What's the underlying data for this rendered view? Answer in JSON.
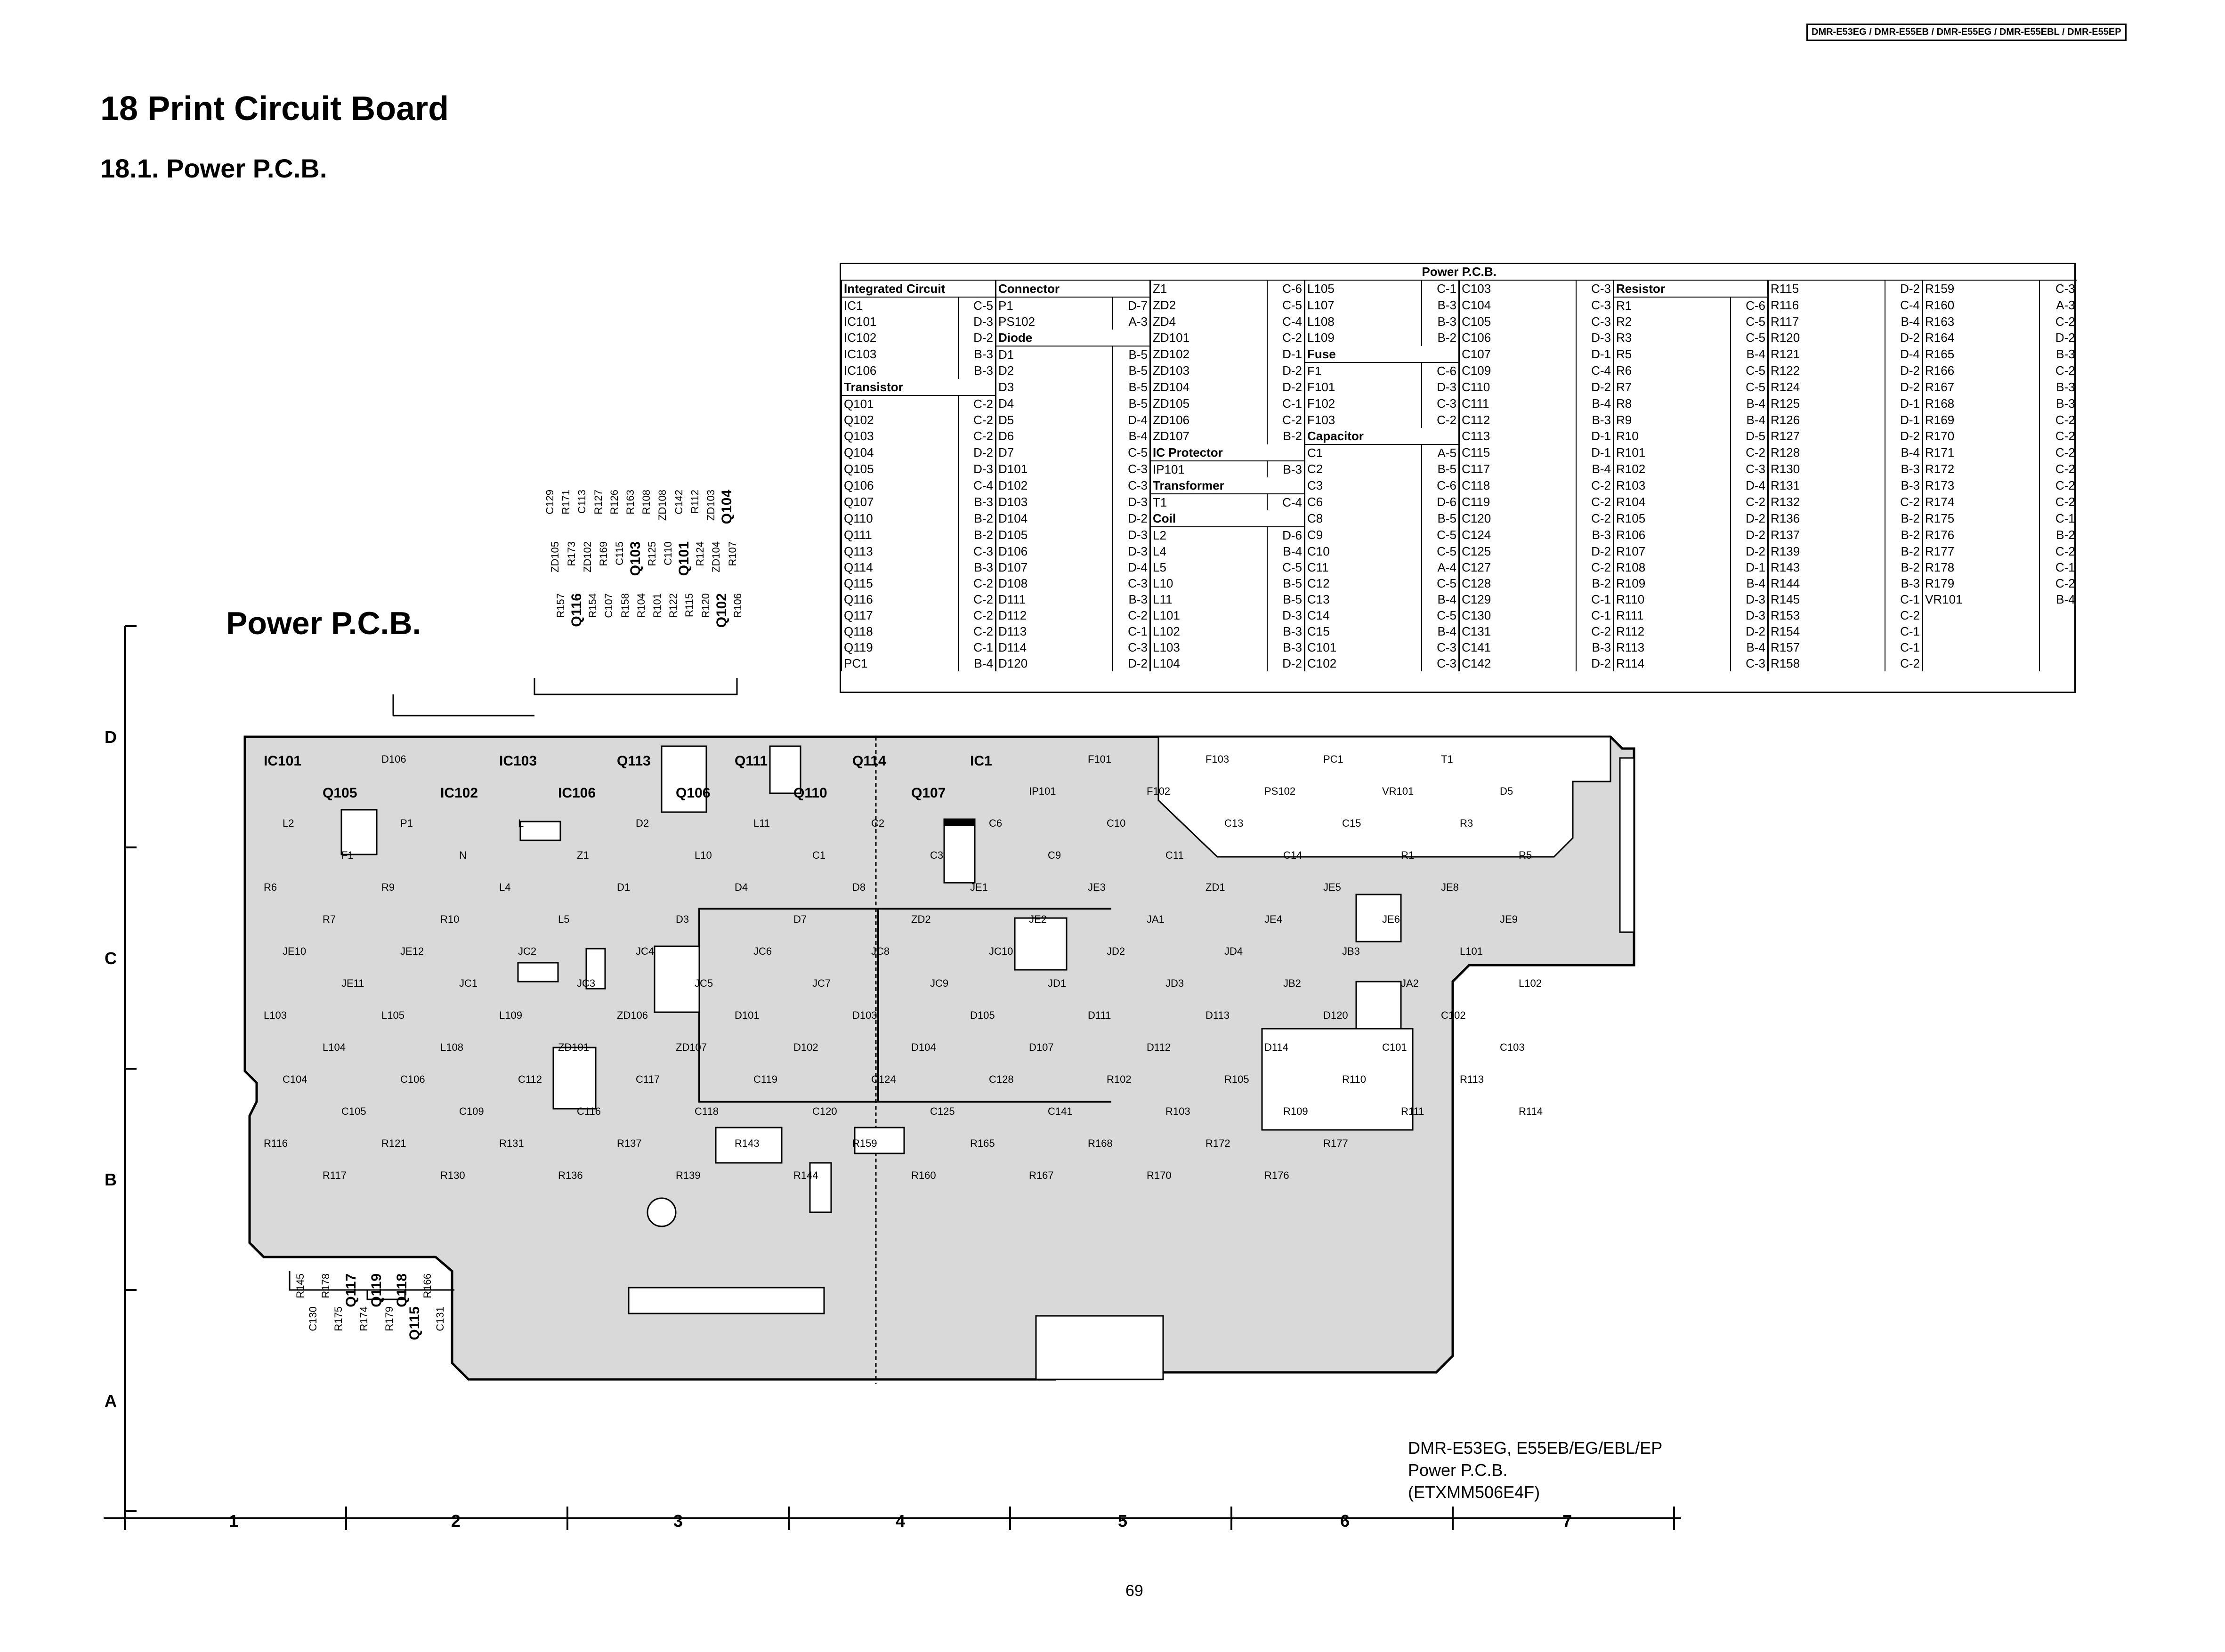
{
  "header": {
    "models": "DMR-E53EG / DMR-E55EB / DMR-E55EG / DMR-E55EBL / DMR-E55EP"
  },
  "section": {
    "title": "18 Print Circuit Board",
    "subtitle": "18.1.   Power P.C.B."
  },
  "board": {
    "title": "Power P.C.B.",
    "footer": [
      "DMR-E53EG, E55EB/EG/EBL/EP",
      "Power P.C.B.",
      "(ETXMM506E4F)"
    ],
    "row_labels": [
      "D",
      "C",
      "B",
      "A"
    ],
    "col_labels": [
      "1",
      "2",
      "3",
      "4",
      "5",
      "6",
      "7"
    ],
    "top_labels_left": [
      "C129",
      "ZD105",
      "R157",
      "R171",
      "R173",
      "Q116",
      "C113",
      "ZD102",
      "R154",
      "R127",
      "R169",
      "C107",
      "R126",
      "C115",
      "R158",
      "R163",
      "Q103",
      "R104",
      "R108",
      "R125",
      "R101",
      "ZD108",
      "C110",
      "R122",
      "C142",
      "Q101",
      "R115",
      "R112",
      "R124",
      "R120",
      "ZD103",
      "ZD104",
      "Q102",
      "Q104",
      "R107",
      "R106"
    ],
    "bottom_labels": [
      "R145",
      "C130",
      "R178",
      "R175",
      "Q117",
      "R174",
      "Q119",
      "R179",
      "Q118",
      "Q115",
      "R166",
      "C131"
    ],
    "component_labels": [
      "IC101",
      "Q105",
      "D106",
      "IC102",
      "IC103",
      "IC106",
      "Q113",
      "Q106",
      "Q111",
      "Q110",
      "Q114",
      "Q107",
      "IC1",
      "IP101",
      "F101",
      "F102",
      "F103",
      "PS102",
      "PC1",
      "VR101",
      "T1",
      "D5",
      "L2",
      "F1",
      "P1",
      "N",
      "L",
      "Z1",
      "D2",
      "L10",
      "L11",
      "C1",
      "C2",
      "C3",
      "C6",
      "C9",
      "C10",
      "C11",
      "C13",
      "C14",
      "C15",
      "R1",
      "R3",
      "R5",
      "R6",
      "R7",
      "R9",
      "R10",
      "L4",
      "L5",
      "D1",
      "D3",
      "D4",
      "D7",
      "D8",
      "ZD2",
      "JE1",
      "JE2",
      "JE3",
      "JA1",
      "ZD1",
      "JE4",
      "JE5",
      "JE6",
      "JE8",
      "JE9",
      "JE10",
      "JE11",
      "JE12",
      "JC1",
      "JC2",
      "JC3",
      "JC4",
      "JC5",
      "JC6",
      "JC7",
      "JC8",
      "JC9",
      "JC10",
      "JD1",
      "JD2",
      "JD3",
      "JD4",
      "JB2",
      "JB3",
      "JA2",
      "L101",
      "L102",
      "L103",
      "L104",
      "L105",
      "L108",
      "L109",
      "ZD101",
      "ZD106",
      "ZD107",
      "D101",
      "D102",
      "D103",
      "D104",
      "D105",
      "D107",
      "D111",
      "D112",
      "D113",
      "D114",
      "D120",
      "C101",
      "C102",
      "C103",
      "C104",
      "C105",
      "C106",
      "C109",
      "C112",
      "C116",
      "C117",
      "C118",
      "C119",
      "C120",
      "C124",
      "C125",
      "C128",
      "C141",
      "R102",
      "R103",
      "R105",
      "R109",
      "R110",
      "R111",
      "R113",
      "R114",
      "R116",
      "R117",
      "R121",
      "R130",
      "R131",
      "R136",
      "R137",
      "R139",
      "R143",
      "R144",
      "R159",
      "R160",
      "R165",
      "R167",
      "R168",
      "R170",
      "R172",
      "R176",
      "R177"
    ]
  },
  "parts_table": {
    "caption": "Power P.C.B.",
    "columns": [
      [
        [
          "Integrated Circuit",
          ""
        ],
        [
          "IC1",
          "C-5"
        ],
        [
          "IC101",
          "D-3"
        ],
        [
          "IC102",
          "D-2"
        ],
        [
          "IC103",
          "B-3"
        ],
        [
          "IC106",
          "B-3"
        ],
        [
          "Transistor",
          ""
        ],
        [
          "Q101",
          "C-2"
        ],
        [
          "Q102",
          "C-2"
        ],
        [
          "Q103",
          "C-2"
        ],
        [
          "Q104",
          "D-2"
        ],
        [
          "Q105",
          "D-3"
        ],
        [
          "Q106",
          "C-4"
        ],
        [
          "Q107",
          "B-3"
        ],
        [
          "Q110",
          "B-2"
        ],
        [
          "Q111",
          "B-2"
        ],
        [
          "Q113",
          "C-3"
        ],
        [
          "Q114",
          "B-3"
        ],
        [
          "Q115",
          "C-2"
        ],
        [
          "Q116",
          "C-2"
        ],
        [
          "Q117",
          "C-2"
        ],
        [
          "Q118",
          "C-2"
        ],
        [
          "Q119",
          "C-1"
        ],
        [
          "PC1",
          "B-4"
        ]
      ],
      [
        [
          "Connector",
          ""
        ],
        [
          "P1",
          "D-7"
        ],
        [
          "PS102",
          "A-3"
        ],
        [
          "Diode",
          ""
        ],
        [
          "D1",
          "B-5"
        ],
        [
          "D2",
          "B-5"
        ],
        [
          "D3",
          "B-5"
        ],
        [
          "D4",
          "B-5"
        ],
        [
          "D5",
          "D-4"
        ],
        [
          "D6",
          "B-4"
        ],
        [
          "D7",
          "C-5"
        ],
        [
          "D101",
          "C-3"
        ],
        [
          "D102",
          "C-3"
        ],
        [
          "D103",
          "D-3"
        ],
        [
          "D104",
          "D-2"
        ],
        [
          "D105",
          "D-3"
        ],
        [
          "D106",
          "D-3"
        ],
        [
          "D107",
          "D-4"
        ],
        [
          "D108",
          "C-3"
        ],
        [
          "D111",
          "B-3"
        ],
        [
          "D112",
          "C-2"
        ],
        [
          "D113",
          "C-1"
        ],
        [
          "D114",
          "C-3"
        ],
        [
          "D120",
          "D-2"
        ]
      ],
      [
        [
          "Z1",
          "C-6"
        ],
        [
          "ZD2",
          "C-5"
        ],
        [
          "ZD4",
          "C-4"
        ],
        [
          "ZD101",
          "C-2"
        ],
        [
          "ZD102",
          "D-1"
        ],
        [
          "ZD103",
          "D-2"
        ],
        [
          "ZD104",
          "D-2"
        ],
        [
          "ZD105",
          "C-1"
        ],
        [
          "ZD106",
          "C-2"
        ],
        [
          "ZD107",
          "B-2"
        ],
        [
          "IC Protector",
          ""
        ],
        [
          "IP101",
          "B-3"
        ],
        [
          "Transformer",
          ""
        ],
        [
          "T1",
          "C-4"
        ],
        [
          "Coil",
          ""
        ],
        [
          "L2",
          "D-6"
        ],
        [
          "L4",
          "B-4"
        ],
        [
          "L5",
          "C-5"
        ],
        [
          "L10",
          "B-5"
        ],
        [
          "L11",
          "B-5"
        ],
        [
          "L101",
          "D-3"
        ],
        [
          "L102",
          "B-3"
        ],
        [
          "L103",
          "B-3"
        ],
        [
          "L104",
          "D-2"
        ]
      ],
      [
        [
          "L105",
          "C-1"
        ],
        [
          "L107",
          "B-3"
        ],
        [
          "L108",
          "B-3"
        ],
        [
          "L109",
          "B-2"
        ],
        [
          "Fuse",
          ""
        ],
        [
          "F1",
          "C-6"
        ],
        [
          "F101",
          "D-3"
        ],
        [
          "F102",
          "C-3"
        ],
        [
          "F103",
          "C-2"
        ],
        [
          "Capacitor",
          ""
        ],
        [
          "C1",
          "A-5"
        ],
        [
          "C2",
          "B-5"
        ],
        [
          "C3",
          "C-6"
        ],
        [
          "C6",
          "D-6"
        ],
        [
          "C8",
          "B-5"
        ],
        [
          "C9",
          "C-5"
        ],
        [
          "C10",
          "C-5"
        ],
        [
          "C11",
          "A-4"
        ],
        [
          "C12",
          "C-5"
        ],
        [
          "C13",
          "B-4"
        ],
        [
          "C14",
          "C-5"
        ],
        [
          "C15",
          "B-4"
        ],
        [
          "C101",
          "C-3"
        ],
        [
          "C102",
          "C-3"
        ]
      ],
      [
        [
          "C103",
          "C-3"
        ],
        [
          "C104",
          "C-3"
        ],
        [
          "C105",
          "C-3"
        ],
        [
          "C106",
          "D-3"
        ],
        [
          "C107",
          "D-1"
        ],
        [
          "C109",
          "C-4"
        ],
        [
          "C110",
          "D-2"
        ],
        [
          "C111",
          "B-4"
        ],
        [
          "C112",
          "B-3"
        ],
        [
          "C113",
          "D-1"
        ],
        [
          "C115",
          "D-1"
        ],
        [
          "C117",
          "B-4"
        ],
        [
          "C118",
          "C-2"
        ],
        [
          "C119",
          "C-2"
        ],
        [
          "C120",
          "C-2"
        ],
        [
          "C124",
          "B-3"
        ],
        [
          "C125",
          "D-2"
        ],
        [
          "C127",
          "C-2"
        ],
        [
          "C128",
          "B-2"
        ],
        [
          "C129",
          "C-1"
        ],
        [
          "C130",
          "C-1"
        ],
        [
          "C131",
          "C-2"
        ],
        [
          "C141",
          "B-3"
        ],
        [
          "C142",
          "D-2"
        ]
      ],
      [
        [
          "Resistor",
          ""
        ],
        [
          "R1",
          "C-6"
        ],
        [
          "R2",
          "C-5"
        ],
        [
          "R3",
          "C-5"
        ],
        [
          "R5",
          "B-4"
        ],
        [
          "R6",
          "C-5"
        ],
        [
          "R7",
          "C-5"
        ],
        [
          "R8",
          "B-4"
        ],
        [
          "R9",
          "B-4"
        ],
        [
          "R10",
          "D-5"
        ],
        [
          "R101",
          "C-2"
        ],
        [
          "R102",
          "C-3"
        ],
        [
          "R103",
          "D-4"
        ],
        [
          "R104",
          "C-2"
        ],
        [
          "R105",
          "D-2"
        ],
        [
          "R106",
          "D-2"
        ],
        [
          "R107",
          "D-2"
        ],
        [
          "R108",
          "D-1"
        ],
        [
          "R109",
          "B-4"
        ],
        [
          "R110",
          "D-3"
        ],
        [
          "R111",
          "D-3"
        ],
        [
          "R112",
          "D-2"
        ],
        [
          "R113",
          "B-4"
        ],
        [
          "R114",
          "C-3"
        ]
      ],
      [
        [
          "R115",
          "D-2"
        ],
        [
          "R116",
          "C-4"
        ],
        [
          "R117",
          "B-4"
        ],
        [
          "R120",
          "D-2"
        ],
        [
          "R121",
          "D-4"
        ],
        [
          "R122",
          "D-2"
        ],
        [
          "R124",
          "D-2"
        ],
        [
          "R125",
          "D-1"
        ],
        [
          "R126",
          "D-1"
        ],
        [
          "R127",
          "D-2"
        ],
        [
          "R128",
          "B-4"
        ],
        [
          "R130",
          "B-3"
        ],
        [
          "R131",
          "B-3"
        ],
        [
          "R132",
          "C-2"
        ],
        [
          "R136",
          "B-2"
        ],
        [
          "R137",
          "B-2"
        ],
        [
          "R139",
          "B-2"
        ],
        [
          "R143",
          "B-2"
        ],
        [
          "R144",
          "B-3"
        ],
        [
          "R145",
          "C-1"
        ],
        [
          "R153",
          "C-2"
        ],
        [
          "R154",
          "C-1"
        ],
        [
          "R157",
          "C-1"
        ],
        [
          "R158",
          "C-2"
        ]
      ],
      [
        [
          "R159",
          "C-3"
        ],
        [
          "R160",
          "A-3"
        ],
        [
          "R163",
          "C-2"
        ],
        [
          "R164",
          "D-2"
        ],
        [
          "R165",
          "B-3"
        ],
        [
          "R166",
          "C-2"
        ],
        [
          "R167",
          "B-3"
        ],
        [
          "R168",
          "B-3"
        ],
        [
          "R169",
          "C-2"
        ],
        [
          "R170",
          "C-2"
        ],
        [
          "R171",
          "C-2"
        ],
        [
          "R172",
          "C-2"
        ],
        [
          "R173",
          "C-2"
        ],
        [
          "R174",
          "C-2"
        ],
        [
          "R175",
          "C-1"
        ],
        [
          "R176",
          "B-2"
        ],
        [
          "R177",
          "C-2"
        ],
        [
          "R178",
          "C-1"
        ],
        [
          "R179",
          "C-2"
        ],
        [
          "VR101",
          "B-4"
        ],
        [
          "",
          ""
        ],
        [
          "",
          ""
        ],
        [
          "",
          ""
        ],
        [
          "",
          ""
        ]
      ]
    ],
    "group_headings": [
      "Integrated Circuit",
      "Transistor",
      "Connector",
      "Diode",
      "IC Protector",
      "Transformer",
      "Coil",
      "Fuse",
      "Capacitor",
      "Resistor"
    ]
  },
  "page": {
    "number": "69"
  },
  "colors": {
    "board_fill": "#d8d8d8",
    "board_trace": "#ffffff",
    "ink": "#000000"
  }
}
